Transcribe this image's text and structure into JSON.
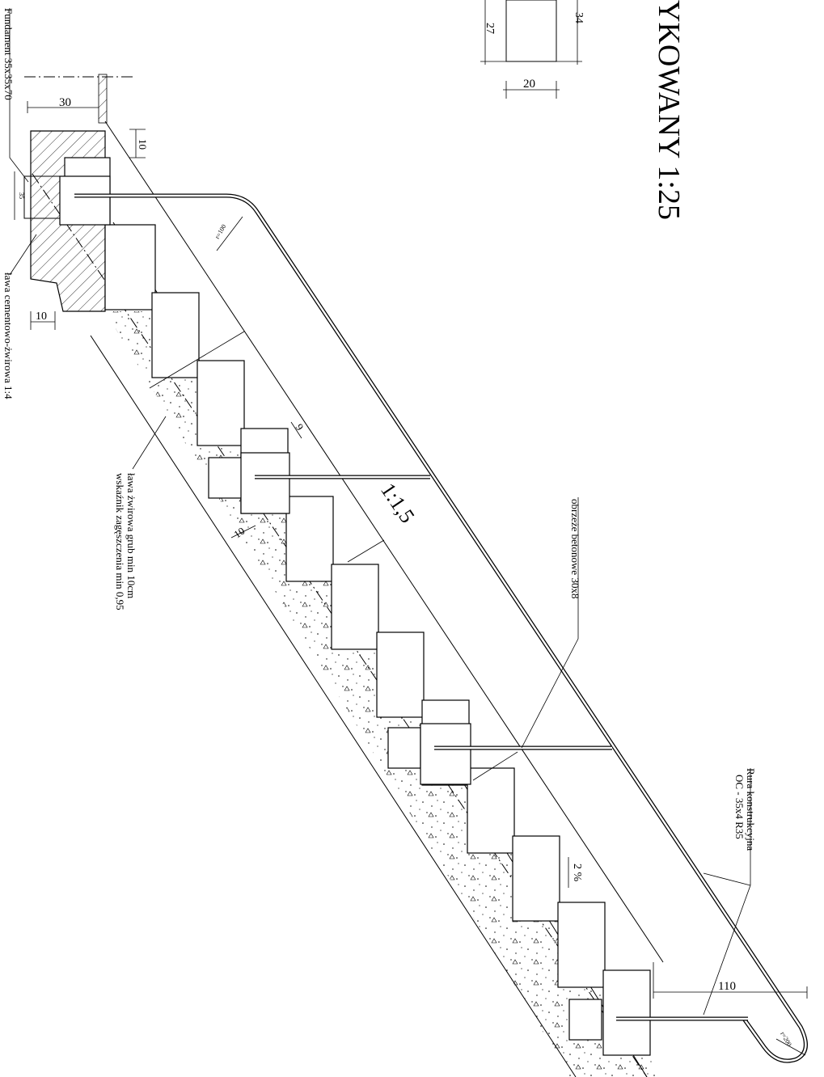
{
  "title": "YKOWANY 1:25",
  "block_detail": {
    "width": "20",
    "height_front": "27",
    "height_back": "34"
  },
  "dimensions": {
    "top_width": "30",
    "step_offset": "10",
    "foundation_size": "35",
    "foundation_depth": "70",
    "bench_offset": "10",
    "rise": "9",
    "gravel_thickness": "10",
    "landing_length": "110",
    "slope": "1:1,5",
    "drain_slope": "2 %",
    "radius_top": "r=100",
    "radius_bottom": "r=200"
  },
  "labels": {
    "foundation": "Fundament 35x35x70",
    "cement_gravel_bench": "ława cementowo-żwirowa 1:4",
    "gravel_bench_line1": "ława żwirowa grub min 10cm",
    "gravel_bench_line2": "wskaźnik zagęszczenia min 0,95",
    "concrete_curb": "obrzeże betonowe 30x8",
    "pipe_line1": "Rura konstrukcyjna",
    "pipe_line2": "OC - 35x4 R35"
  }
}
